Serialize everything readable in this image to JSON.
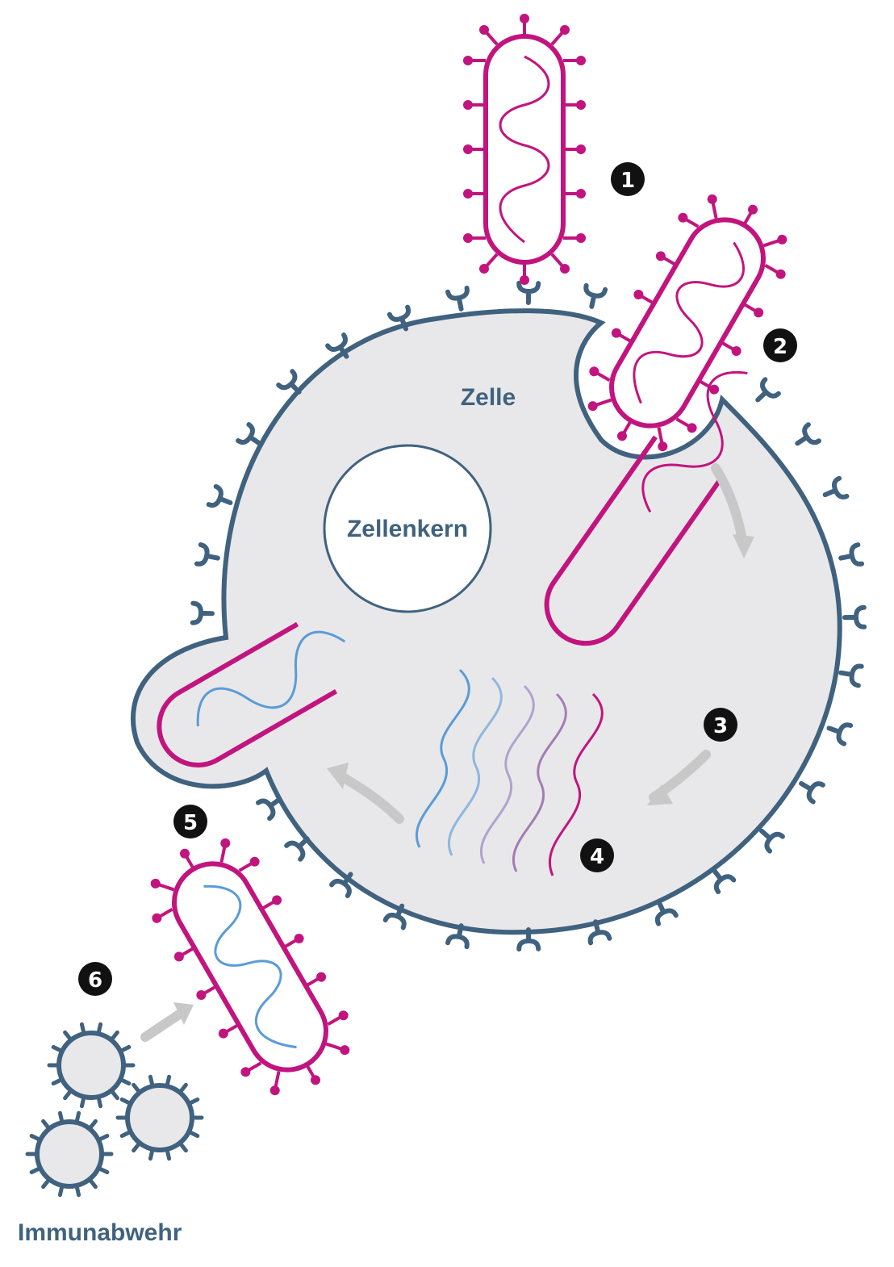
{
  "labels": {
    "cell": "Zelle",
    "nucleus": "Zellenkern",
    "immune": "Immunabwehr"
  },
  "steps": [
    "1",
    "2",
    "3",
    "4",
    "5",
    "6"
  ],
  "colors": {
    "membrane": "#40627f",
    "cell_fill": "#e8e8ea",
    "virus": "#c2147e",
    "rna_blue": "#5a9bd8",
    "arrow": "#c8c8c8",
    "badge": "#111111"
  },
  "icons": [
    "virus-icon",
    "receptor-icon",
    "rna-strand-icon",
    "immune-cell-icon",
    "arrow-icon"
  ]
}
